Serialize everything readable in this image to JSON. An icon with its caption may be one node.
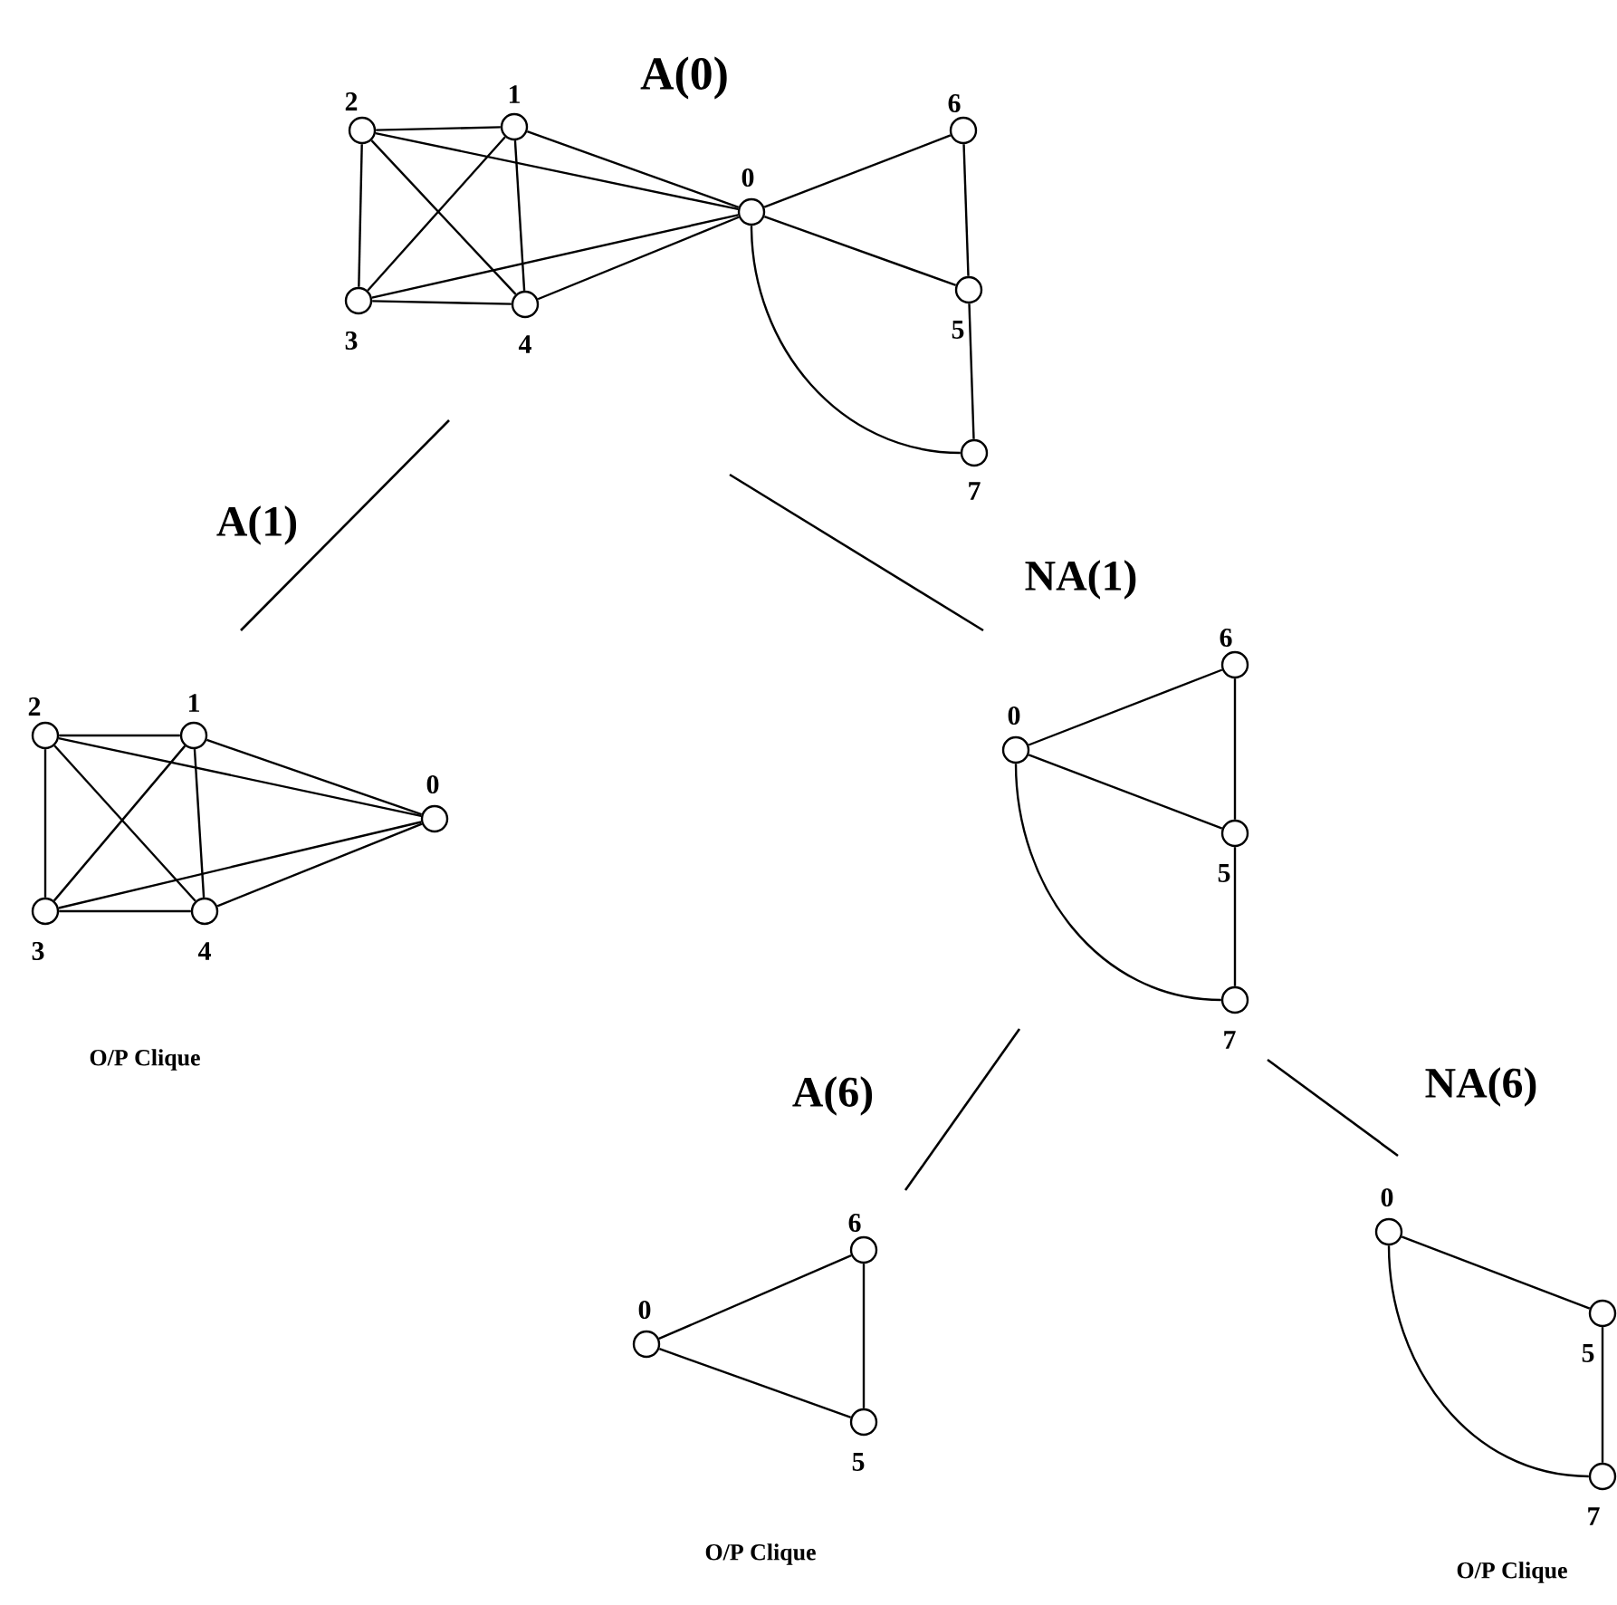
{
  "diagram": {
    "nodes": [
      {
        "text": [],
        "shape": "circle",
        "beside": [
          "2"
        ]
      },
      {
        "text": [],
        "shape": "circle",
        "beside": [
          "1"
        ]
      },
      {
        "text": [],
        "shape": "circle",
        "beside": [
          "3"
        ]
      },
      {
        "text": [],
        "shape": "circle",
        "beside": [
          "4"
        ]
      },
      {
        "text": [],
        "shape": "circle",
        "beside": [
          "0"
        ]
      },
      {
        "text": [],
        "shape": "circle",
        "beside": [
          "6"
        ]
      },
      {
        "text": [],
        "shape": "circle",
        "beside": [
          "5"
        ]
      },
      {
        "text": [],
        "shape": "circle",
        "beside": [
          "7"
        ]
      },
      {
        "text": [],
        "shape": "circle",
        "beside": [
          "2"
        ]
      },
      {
        "text": [],
        "shape": "circle",
        "beside": [
          "1"
        ]
      },
      {
        "text": [],
        "shape": "circle",
        "beside": [
          "3"
        ]
      },
      {
        "text": [],
        "shape": "circle",
        "beside": [
          "4"
        ]
      },
      {
        "text": [],
        "shape": "circle",
        "beside": [
          "0"
        ]
      },
      {
        "text": [],
        "shape": "circle",
        "beside": [
          "0"
        ]
      },
      {
        "text": [],
        "shape": "circle",
        "beside": [
          "6"
        ]
      },
      {
        "text": [],
        "shape": "circle",
        "beside": [
          "5"
        ]
      },
      {
        "text": [],
        "shape": "circle",
        "beside": [
          "7"
        ]
      },
      {
        "text": [],
        "shape": "circle",
        "beside": [
          "0"
        ]
      },
      {
        "text": [],
        "shape": "circle",
        "beside": [
          "6"
        ]
      },
      {
        "text": [],
        "shape": "circle",
        "beside": [
          "5"
        ]
      },
      {
        "text": [],
        "shape": "circle",
        "beside": [
          "0"
        ]
      },
      {
        "text": [],
        "shape": "circle",
        "beside": [
          "5"
        ]
      },
      {
        "text": [],
        "shape": "circle",
        "beside": [
          "7"
        ]
      }
    ],
    "edges": [
      {
        "from": 0,
        "to": 1,
        "arrow": "none"
      },
      {
        "from": 0,
        "to": 2,
        "arrow": "none"
      },
      {
        "from": 0,
        "to": 3,
        "arrow": "none"
      },
      {
        "from": 1,
        "to": 2,
        "arrow": "none"
      },
      {
        "from": 1,
        "to": 3,
        "arrow": "none"
      },
      {
        "from": 2,
        "to": 3,
        "arrow": "none"
      },
      {
        "from": 0,
        "to": 4,
        "arrow": "none"
      },
      {
        "from": 1,
        "to": 4,
        "arrow": "none"
      },
      {
        "from": 2,
        "to": 4,
        "arrow": "none"
      },
      {
        "from": 3,
        "to": 4,
        "arrow": "none"
      },
      {
        "from": 4,
        "to": 5,
        "arrow": "none"
      },
      {
        "from": 4,
        "to": 6,
        "arrow": "none"
      },
      {
        "from": 5,
        "to": 6,
        "arrow": "none"
      },
      {
        "from": 6,
        "to": 7,
        "arrow": "none"
      },
      {
        "from": 4,
        "to": 7,
        "arrow": "none"
      },
      {
        "from": 8,
        "to": 9,
        "arrow": "none"
      },
      {
        "from": 8,
        "to": 10,
        "arrow": "none"
      },
      {
        "from": 8,
        "to": 11,
        "arrow": "none"
      },
      {
        "from": 9,
        "to": 10,
        "arrow": "none"
      },
      {
        "from": 9,
        "to": 11,
        "arrow": "none"
      },
      {
        "from": 10,
        "to": 11,
        "arrow": "none"
      },
      {
        "from": 8,
        "to": 12,
        "arrow": "none"
      },
      {
        "from": 9,
        "to": 12,
        "arrow": "none"
      },
      {
        "from": 10,
        "to": 12,
        "arrow": "none"
      },
      {
        "from": 11,
        "to": 12,
        "arrow": "none"
      },
      {
        "from": 13,
        "to": 14,
        "arrow": "none"
      },
      {
        "from": 13,
        "to": 15,
        "arrow": "none"
      },
      {
        "from": 14,
        "to": 15,
        "arrow": "none"
      },
      {
        "from": 15,
        "to": 16,
        "arrow": "none"
      },
      {
        "from": 13,
        "to": 16,
        "arrow": "none"
      },
      {
        "from": 17,
        "to": 18,
        "arrow": "none"
      },
      {
        "from": 17,
        "to": 19,
        "arrow": "none"
      },
      {
        "from": 18,
        "to": 19,
        "arrow": "none"
      },
      {
        "from": 20,
        "to": 21,
        "arrow": "none"
      },
      {
        "from": 21,
        "to": 22,
        "arrow": "none"
      },
      {
        "from": 20,
        "to": 22,
        "arrow": "none"
      }
    ],
    "labels": [
      "A(0)",
      "A(1)",
      "NA(1)",
      "O/P Clique",
      "A(6)",
      "NA(6)",
      "O/P Clique",
      "O/P Clique"
    ]
  }
}
